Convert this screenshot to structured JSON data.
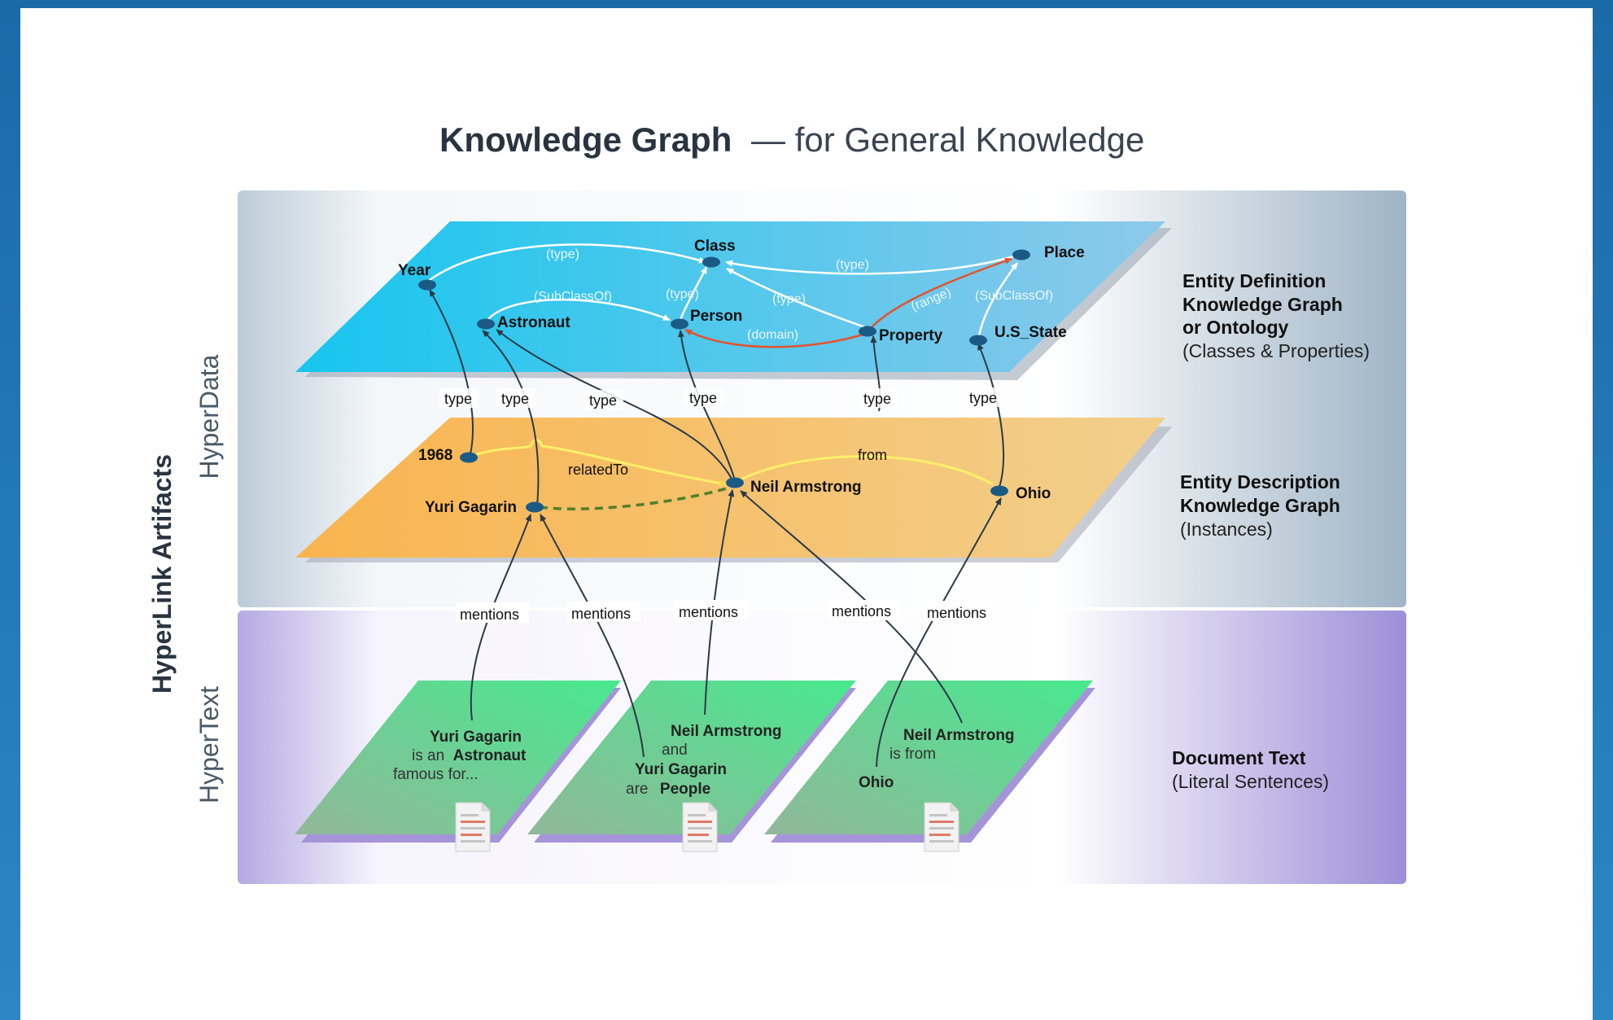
{
  "title": {
    "bold": "Knowledge Graph",
    "rest": "— for General Knowledge"
  },
  "side": {
    "main": "HyperLink Artifacts",
    "upper": "HyperData",
    "lower": "HyperText"
  },
  "layers": {
    "ontology": {
      "line1": "Entity Definition",
      "line2": "Knowledge Graph",
      "line3": "or Ontology",
      "line4": "(Classes & Properties)"
    },
    "instances": {
      "line1": "Entity Description",
      "line2": "Knowledge Graph",
      "line3": "(Instances)"
    },
    "documents": {
      "line1": "Document Text",
      "line2": "(Literal Sentences)"
    }
  },
  "ontology_nodes": {
    "year": "Year",
    "class": "Class",
    "place": "Place",
    "astronaut": "Astronaut",
    "person": "Person",
    "property": "Property",
    "us_state": "U.S_State"
  },
  "ontology_edges": {
    "year_type": "(type)",
    "place_type": "(type)",
    "person_type": "(type)",
    "property_type": "(type)",
    "astronaut_subclass": "(SubClassOf)",
    "state_subclass": "(SubClassOf)",
    "domain": "(domain)",
    "range": "(range)"
  },
  "instance_nodes": {
    "y1968": "1968",
    "yuri": "Yuri Gagarin",
    "neil": "Neil Armstrong",
    "ohio": "Ohio"
  },
  "instance_edges": {
    "related": "relatedTo",
    "from": "from"
  },
  "type_labels": [
    "type",
    "type",
    "type",
    "type",
    "type",
    "type"
  ],
  "mention_labels": [
    "mentions",
    "mentions",
    "mentions",
    "mentions",
    "mentions"
  ],
  "docs": {
    "doc1": {
      "l1": "Yuri Gagarin",
      "l2a": "is an",
      "l2b": "Astronaut",
      "l3": "famous for..."
    },
    "doc2": {
      "l1": "Neil Armstrong",
      "l2": "and",
      "l3": "Yuri Gagarin",
      "l4a": "are",
      "l4b": "People"
    },
    "doc3": {
      "l1": "Neil Armstrong",
      "l2": "is from",
      "l3": "Ohio"
    }
  },
  "colors": {
    "ontology_plane": "#26c4ec",
    "instance_plane": "#f7b55a",
    "doc_plane": "#6bd78f",
    "hyperdata_panel": "#a9bccc",
    "hypertext_panel": "#9c8fd6",
    "node": "#1c5a86",
    "red_edge": "#e2522e"
  }
}
